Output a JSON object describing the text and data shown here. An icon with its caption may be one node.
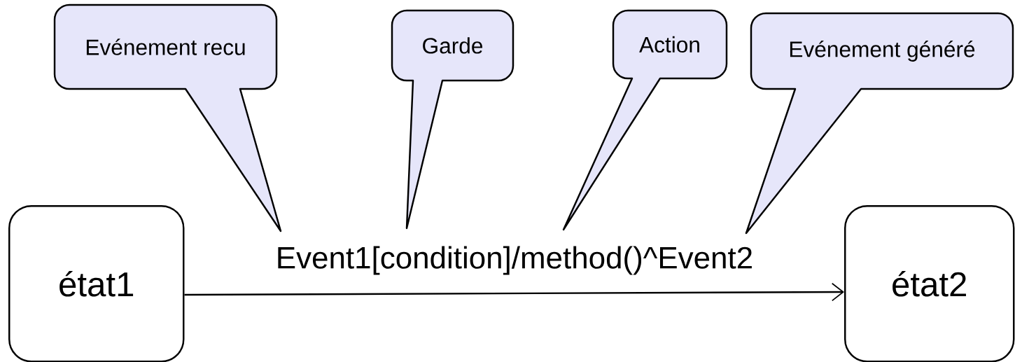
{
  "diagram": {
    "nodes": [
      {
        "text": [
          "Evénement recu"
        ]
      },
      {
        "text": [
          "Garde"
        ]
      },
      {
        "text": [
          "Action"
        ]
      },
      {
        "text": [
          "Evénement généré"
        ]
      },
      {
        "text": [
          "état1"
        ]
      },
      {
        "text": [
          "état2"
        ]
      }
    ],
    "edges": [
      {
        "from": 4,
        "to": 5,
        "arrow": "to",
        "label": "Event1[condition]/method()^Event2"
      }
    ]
  }
}
